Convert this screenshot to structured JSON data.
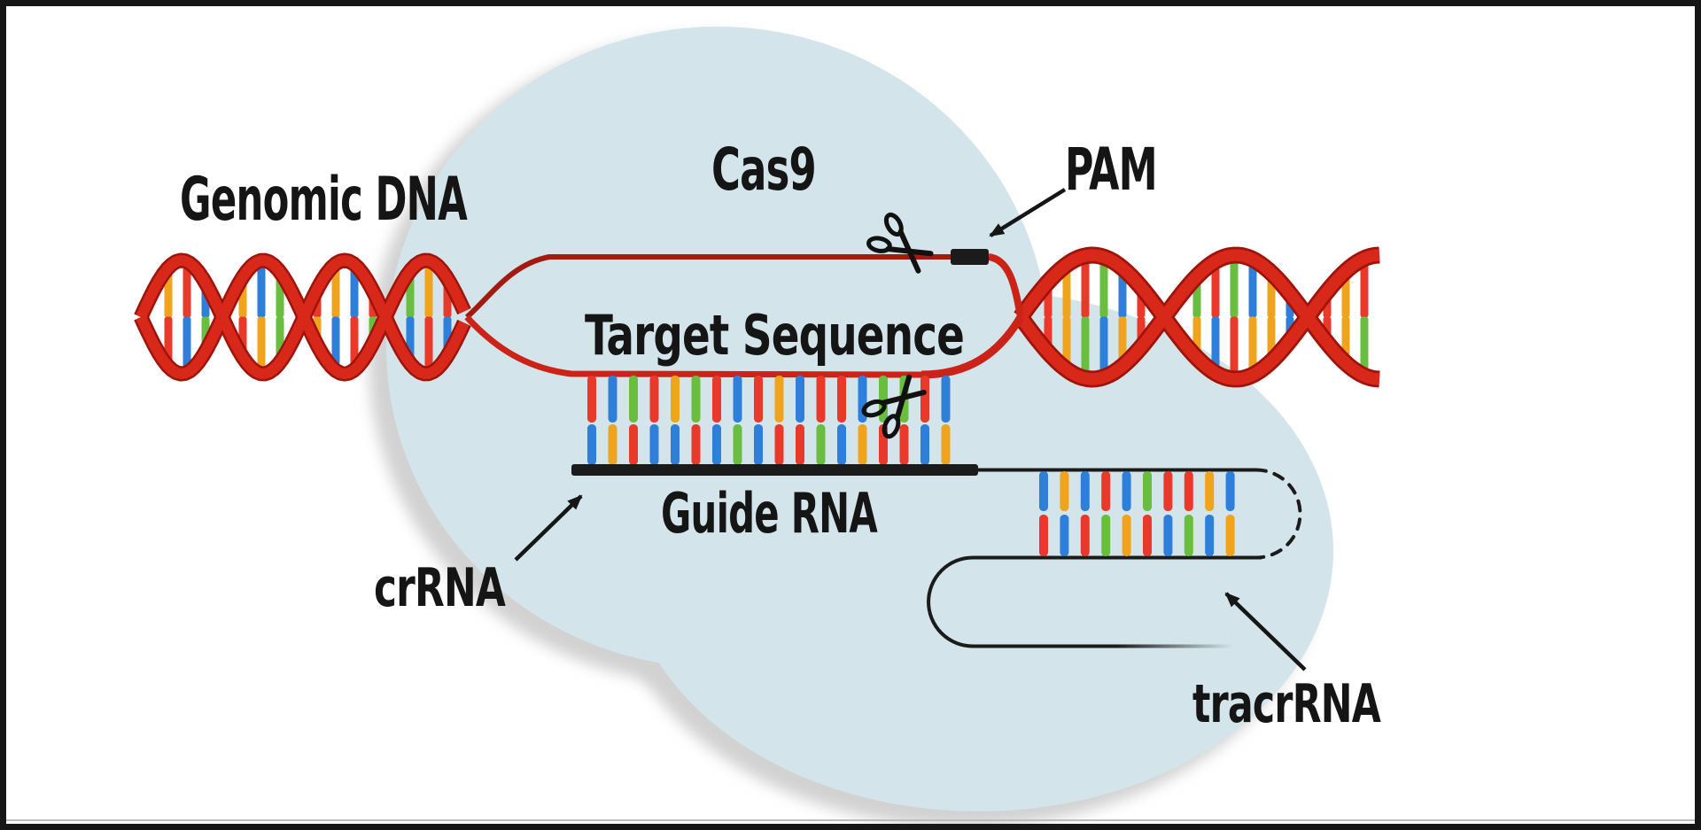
{
  "labels": {
    "genomic_dna": "Genomic DNA",
    "cas9": "Cas9",
    "pam": "PAM",
    "target_sequence": "Target Sequence",
    "guide_rna": "Guide RNA",
    "crrna": "crRNA",
    "tracrrna": "tracrRNA"
  },
  "icons": [
    "scissors-icon",
    "scissors-icon"
  ],
  "colors": {
    "background": "#ffffff",
    "frame": "#161616",
    "cas9_blob": "#d3e5ea",
    "blob_shadow": "#d2d2d2",
    "helix_red": "#d7281a",
    "helix_dark_red": "#9e140b",
    "strand_top_dark_red": "#a21b10",
    "strand_red": "#cc2318",
    "rna_black": "#1b1b1b",
    "label_color": "#151515",
    "base_red": "#e8392b",
    "base_blue": "#2e7fd9",
    "base_green": "#6abe3f",
    "base_orange": "#f0a41e"
  },
  "duplex": {
    "top_strand_bases": [
      "red",
      "blue",
      "green",
      "red",
      "orange",
      "green",
      "red",
      "blue",
      "red",
      "orange",
      "blue",
      "red",
      "red",
      "blue",
      "green",
      "green",
      "red",
      "blue"
    ],
    "guide_rna_bases": [
      "blue",
      "orange",
      "red",
      "blue",
      "blue",
      "red",
      "blue",
      "green",
      "blue",
      "red",
      "red",
      "green",
      "blue",
      "orange",
      "red",
      "red",
      "blue",
      "orange"
    ]
  },
  "hairpin": {
    "crrna_side_bases": [
      "blue",
      "orange",
      "blue",
      "red",
      "blue",
      "green",
      "red",
      "red",
      "orange",
      "blue"
    ],
    "tracrrna_side_bases": [
      "red",
      "blue",
      "red",
      "green",
      "orange",
      "red",
      "blue",
      "green",
      "blue",
      "orange"
    ]
  },
  "helix_decorations": {
    "left_bar_pairs": [
      [
        "orange",
        "red"
      ],
      [
        "red",
        "blue"
      ],
      [
        "blue",
        "green"
      ],
      [
        "orange",
        "red"
      ],
      [
        "blue",
        "orange"
      ],
      [
        "green",
        "green"
      ],
      [
        "red",
        "orange"
      ],
      [
        "orange",
        "blue"
      ],
      [
        "blue",
        "red"
      ],
      [
        "red",
        "green"
      ],
      [
        "green",
        "blue"
      ],
      [
        "orange",
        "red"
      ],
      [
        "red",
        "blue"
      ],
      [
        "blue",
        "orange"
      ],
      [
        "green",
        "red"
      ],
      [
        "orange",
        "blue"
      ]
    ],
    "right_bar_pairs": [
      [
        "red",
        "red"
      ],
      [
        "orange",
        "orange"
      ],
      [
        "red",
        "green"
      ],
      [
        "green",
        "blue"
      ],
      [
        "blue",
        "orange"
      ],
      [
        "red",
        "red"
      ],
      [
        "green",
        "orange"
      ],
      [
        "red",
        "blue"
      ],
      [
        "green",
        "red"
      ],
      [
        "blue",
        "orange"
      ],
      [
        "orange",
        "orange"
      ],
      [
        "blue",
        "blue"
      ]
    ]
  }
}
